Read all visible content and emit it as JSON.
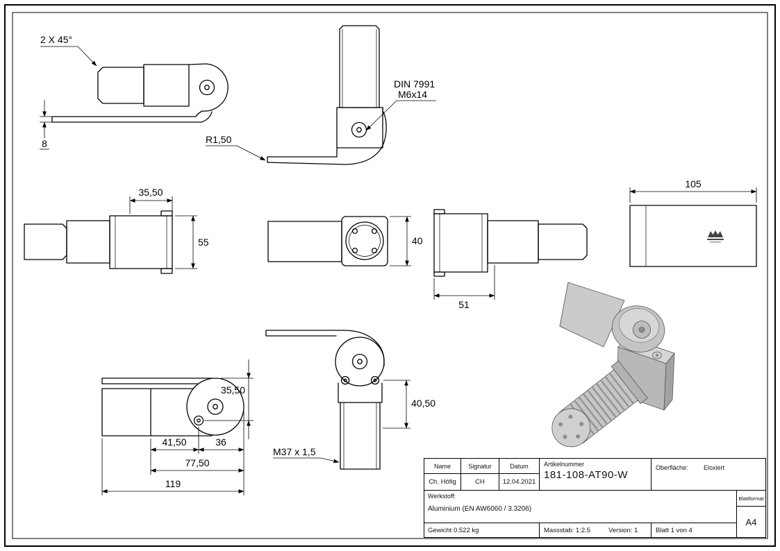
{
  "dims": {
    "v1_chamfer": "2 X 45°",
    "v1_thickness": "8",
    "v2_din_line1": "DIN 7991",
    "v2_din_line2": "M6x14",
    "v2_radius": "R1,50",
    "v3_width": "35,50",
    "v3_height": "55",
    "v4_height": "40",
    "v5_length": "51",
    "v6_length": "105",
    "v7_height": "35,50",
    "v7_d1": "41,50",
    "v7_d2": "36",
    "v7_d3": "77,50",
    "v7_d4": "119",
    "v8_height": "40,50",
    "v8_thread": "M37 x 1,5"
  },
  "title_block": {
    "headers": {
      "name": "Name",
      "signature": "Signatur",
      "date": "Datum",
      "article_number": "Artikelnummer",
      "surface_label": "Oberfläche:",
      "surface_value": "Eloxiert"
    },
    "values": {
      "name": "Ch. Höfig",
      "signature": "CH",
      "date": "12.04.2021",
      "article_number": "181-108-AT90-W"
    },
    "material_label": "Werkstoff:",
    "material_value": "Aluminium (EN AW6060 / 3.3206)",
    "sheet_format_label": "Blattformat",
    "sheet_format_value": "A4",
    "weight": "Gewicht 0.522 kg",
    "scale": "Massstab: 1:2.5",
    "version": "Version: 1",
    "sheet": "Blatt 1 von 4"
  }
}
